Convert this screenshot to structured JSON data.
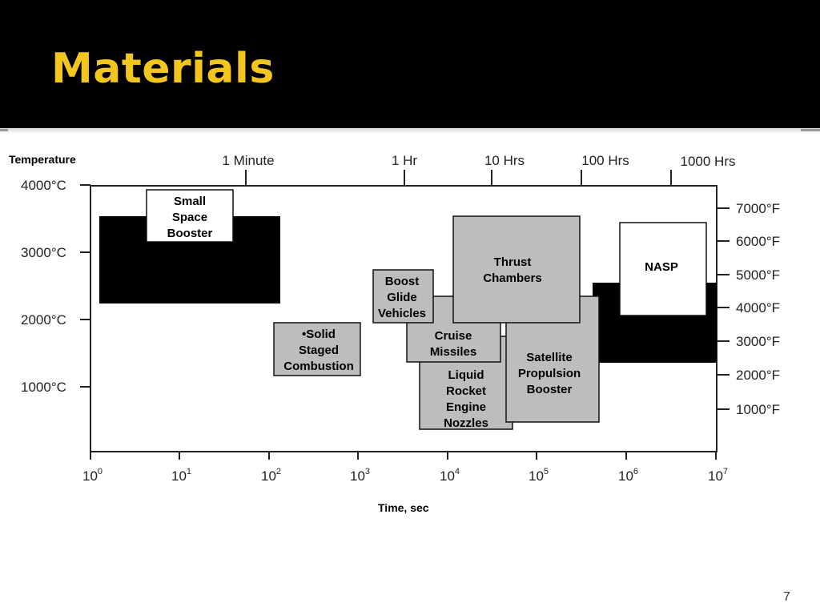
{
  "slide": {
    "title": "Materials",
    "page_number": "7",
    "accent_color": "#f2c61f",
    "header_color": "#000000"
  },
  "chart": {
    "y_title": "Temperature",
    "x_title": "Time, sec",
    "x_ticks": [
      {
        "label": "10",
        "exp": "0"
      },
      {
        "label": "10",
        "exp": "1"
      },
      {
        "label": "10",
        "exp": "2"
      },
      {
        "label": "10",
        "exp": "3"
      },
      {
        "label": "10",
        "exp": "4"
      },
      {
        "label": "10",
        "exp": "5"
      },
      {
        "label": "10",
        "exp": "6"
      },
      {
        "label": "10",
        "exp": "7"
      }
    ],
    "top_ticks": [
      "1 Minute",
      "1 Hr",
      "10 Hrs",
      "100 Hrs",
      "1000 Hrs"
    ],
    "left_ticks": [
      "4000°C",
      "3000°C",
      "2000°C",
      "1000°C"
    ],
    "right_ticks": [
      "7000°F",
      "6000°F",
      "5000°F",
      "4000°F",
      "3000°F",
      "2000°F",
      "1000°F"
    ],
    "regions": [
      {
        "lines": [
          "Small",
          "Space",
          "Booster"
        ],
        "fill": "#ffffff"
      },
      {
        "lines": [
          "Thrust",
          "Chambers"
        ],
        "fill": "#bdbdbd"
      },
      {
        "lines": [
          "NASP"
        ],
        "fill": "#ffffff"
      },
      {
        "lines": [
          "Boost",
          "Glide",
          "Vehicles"
        ],
        "fill": "#bdbdbd"
      },
      {
        "lines": [
          "•Solid",
          "Staged",
          "Combustion"
        ],
        "fill": "#bdbdbd"
      },
      {
        "lines": [
          "Cruise",
          "Missiles"
        ],
        "fill": "#bdbdbd"
      },
      {
        "lines": [
          "Liquid",
          "Rocket",
          "Engine",
          "Nozzles"
        ],
        "fill": "#bdbdbd"
      },
      {
        "lines": [
          "Satellite",
          "Propulsion",
          "Booster"
        ],
        "fill": "#bdbdbd"
      }
    ]
  }
}
